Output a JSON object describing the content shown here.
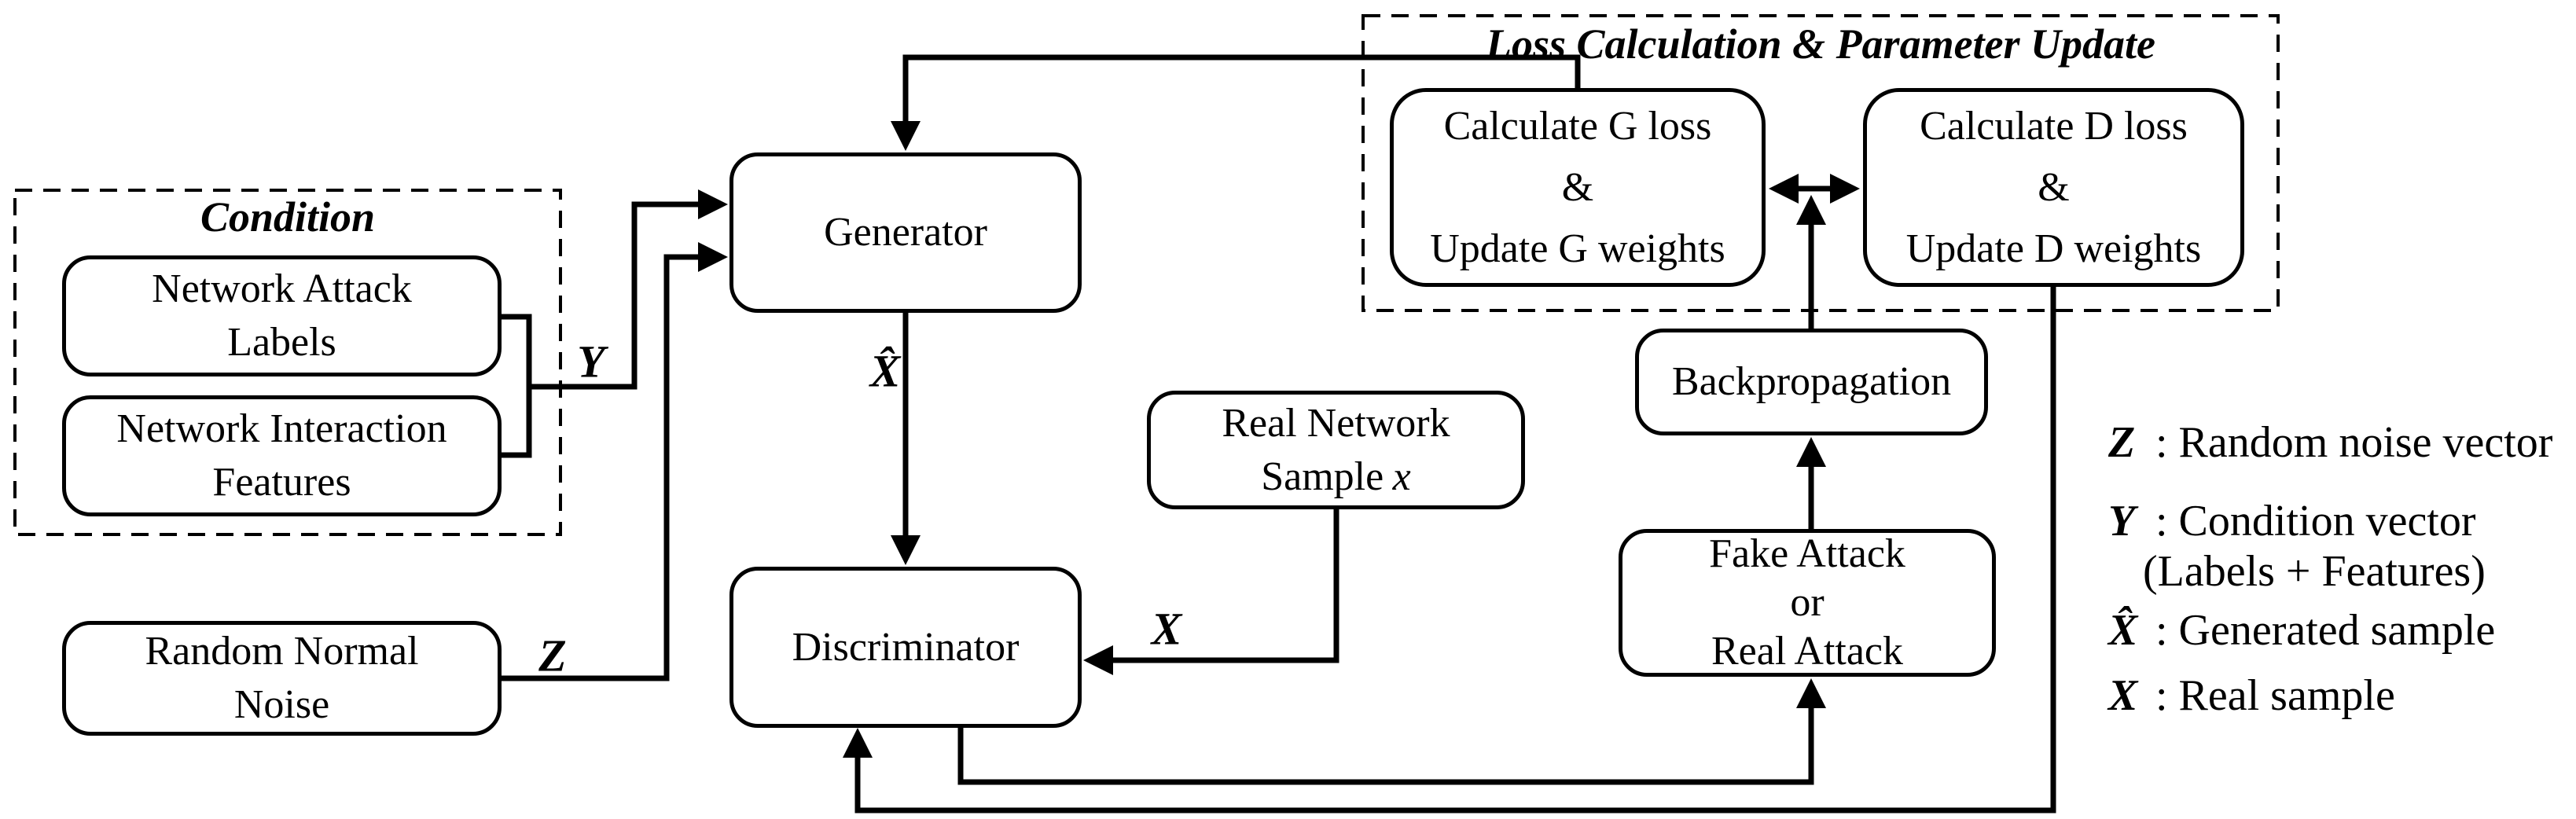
{
  "colors": {
    "ink": "#000000",
    "paper": "#ffffff"
  },
  "groups": {
    "condition": {
      "title": "Condition"
    },
    "loss": {
      "title": "Loss Calculation & Parameter Update"
    }
  },
  "nodes": {
    "attack_labels": {
      "lines": [
        "Network Attack",
        "Labels"
      ]
    },
    "interaction_features": {
      "lines": [
        "Network Interaction",
        "Features"
      ]
    },
    "random_noise": {
      "lines": [
        "Random Normal",
        "Noise"
      ]
    },
    "generator": {
      "label": "Generator"
    },
    "discriminator": {
      "label": "Discriminator"
    },
    "real_sample": {
      "line1": "Real Network",
      "line2_prefix": "Sample",
      "line2_var": "x"
    },
    "g_loss": {
      "lines": [
        "Calculate G loss",
        "&",
        "Update G weights"
      ]
    },
    "d_loss": {
      "lines": [
        "Calculate D loss",
        "&",
        "Update D weights"
      ]
    },
    "backpropagation": {
      "label": "Backpropagation"
    },
    "fake_real": {
      "lines": [
        "Fake Attack",
        "or",
        "Real Attack"
      ]
    }
  },
  "edge_labels": {
    "y": "Y",
    "z": "Z",
    "x_hat": "X̂",
    "x": "X"
  },
  "legend": {
    "items": [
      {
        "key": "Z",
        "desc": ": Random noise vector"
      },
      {
        "key": "Y",
        "desc": ": Condition vector"
      },
      {
        "key": "",
        "desc": "(Labels + Features)"
      },
      {
        "key": "X̂",
        "desc": ": Generated sample"
      },
      {
        "key": "X",
        "desc": ": Real sample"
      }
    ]
  }
}
